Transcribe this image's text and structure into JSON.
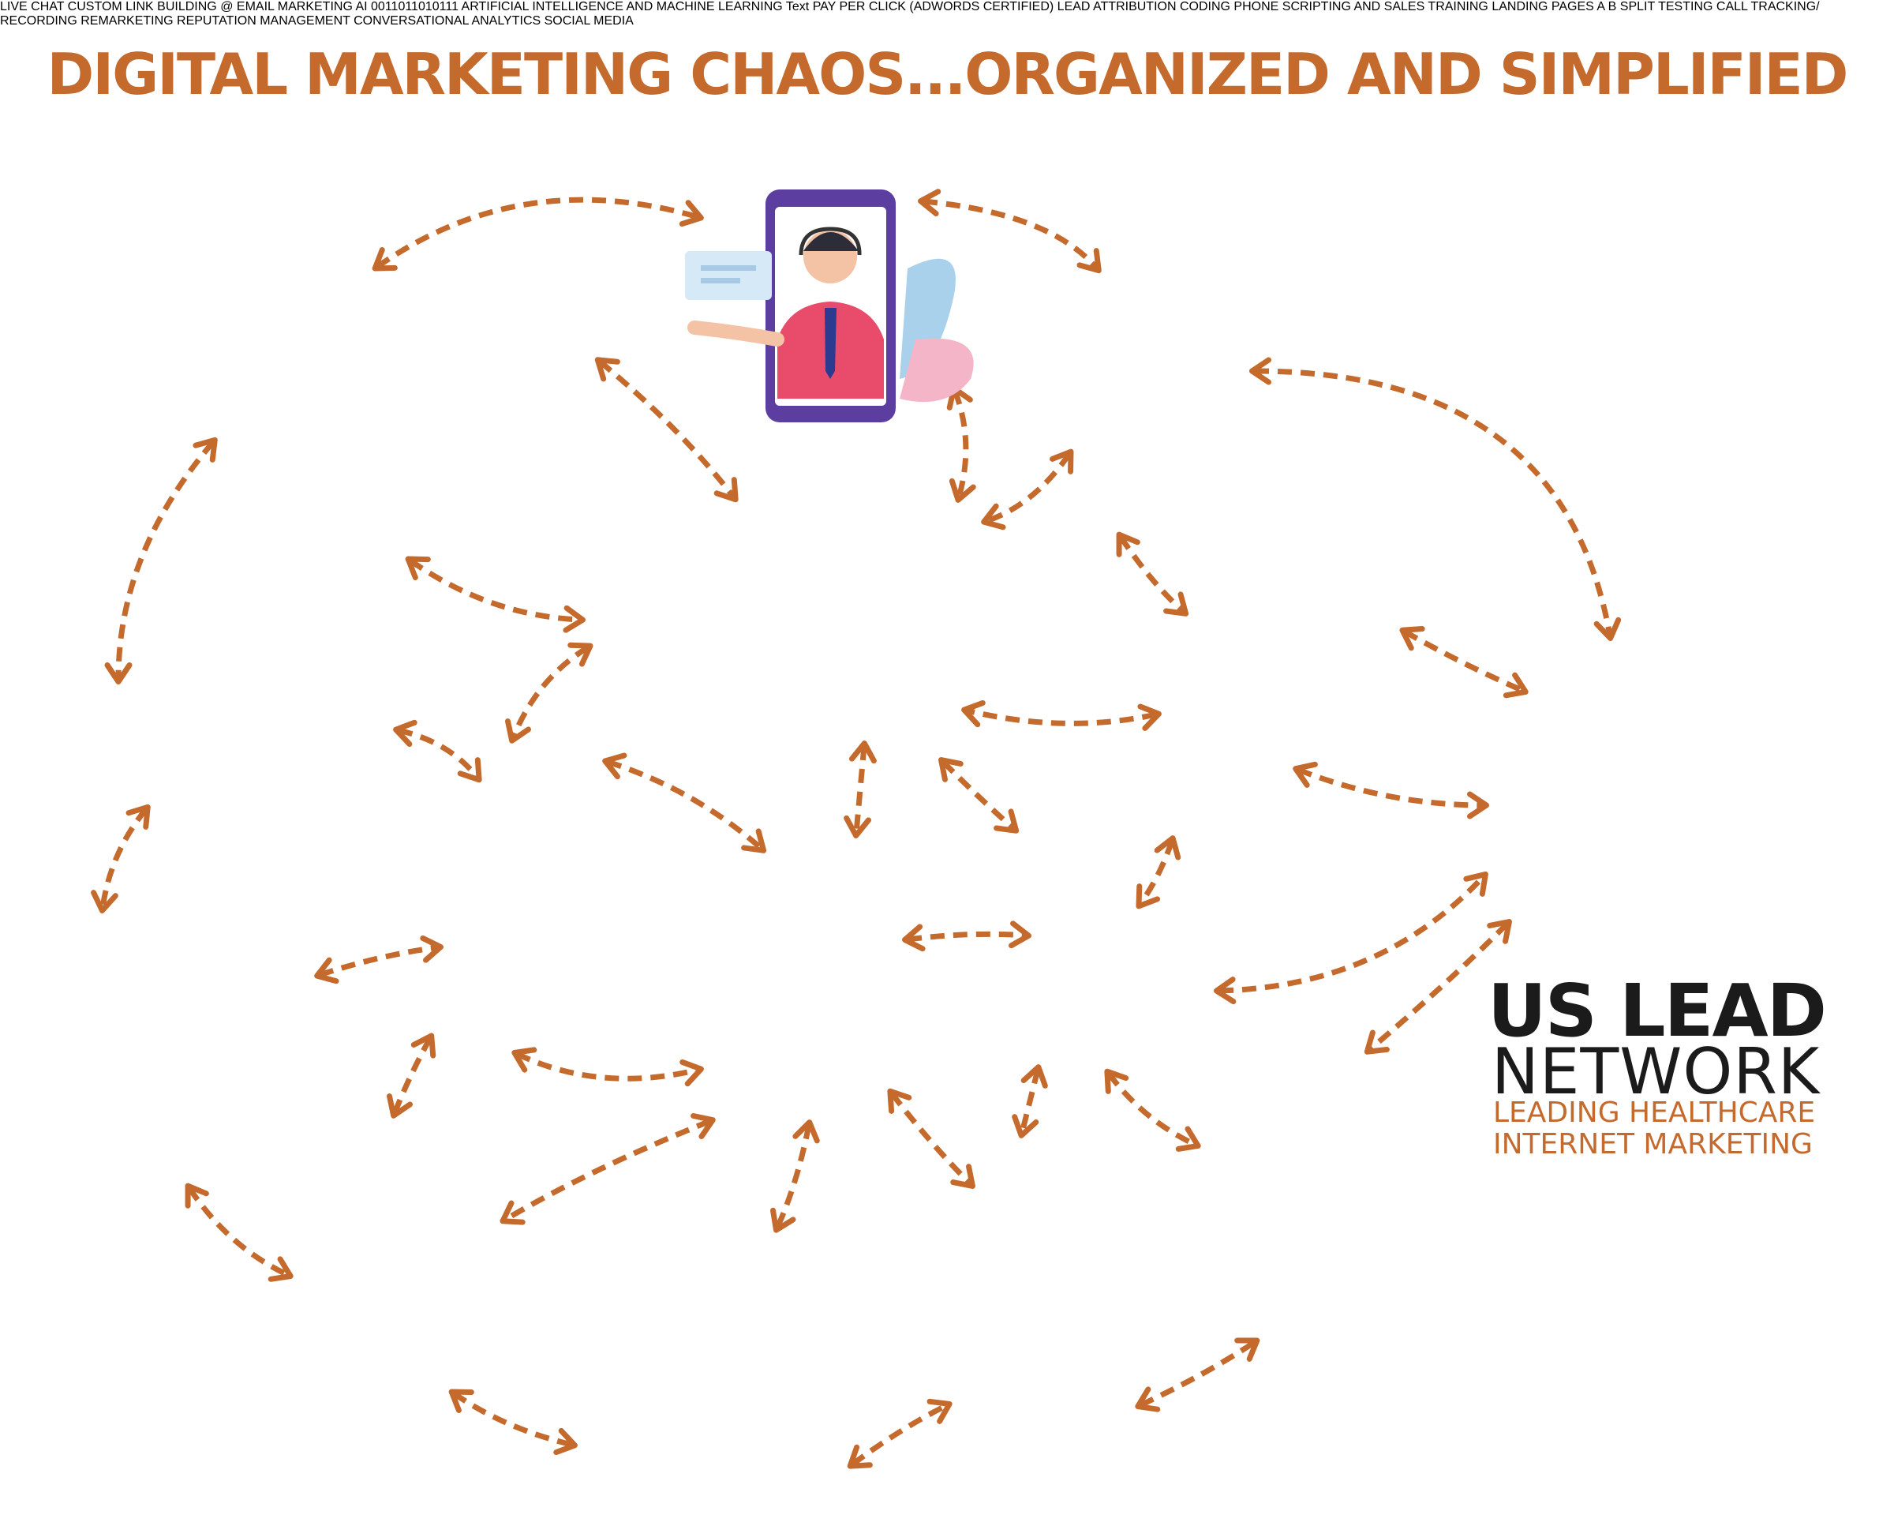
{
  "title": "DIGITAL MARKETING CHAOS...ORGANIZED AND SIMPLIFIED",
  "nodes": {
    "live_chat": "LIVE CHAT",
    "custom_link_building": "CUSTOM LINK BUILDING",
    "email_marketing": "EMAIL MARKETING",
    "ai_ml_line1": "ARTIFICIAL INTELLIGENCE",
    "ai_ml_line2": "AND MACHINE LEARNING",
    "ppc_line1": "PAY PER CLICK",
    "ppc_line2": "(ADWORDS CERTIFIED)",
    "lead_attr_line1": "LEAD ATTRIBUTION",
    "lead_attr_line2": "CODING",
    "phone_line1": "PHONE SCRIPTING",
    "phone_line2": "AND SALES TRAINING",
    "landing_pages": "LANDING PAGES",
    "split_testing": "SPLIT TESTING",
    "call_line1": "CALL TRACKING/",
    "call_line2": "RECORDING",
    "remarketing": "REMARKETING",
    "reputation_management": "REPUTATION MANAGEMENT",
    "conv_line1": "CONVERSATIONAL",
    "conv_line2": "ANALYTICS",
    "social_media": "SOCIAL MEDIA"
  },
  "illustration_text": {
    "ppc_text": "Text",
    "binary": "0011011010111",
    "ai_chip": "AI",
    "split_a": "A",
    "split_b": "B",
    "email_at": "@"
  },
  "brand": {
    "name_line1": "US LEAD",
    "name_line2": "NETWORK",
    "tagline_line1": "LEADING HEALTHCARE",
    "tagline_line2": "INTERNET MARKETING"
  },
  "colors": {
    "title": "#c56a2d",
    "arrow": "#c56a2d",
    "tagline": "#c56a2d",
    "logo_circle": "#1e8fd8",
    "flag_gold": "#e2a720"
  }
}
